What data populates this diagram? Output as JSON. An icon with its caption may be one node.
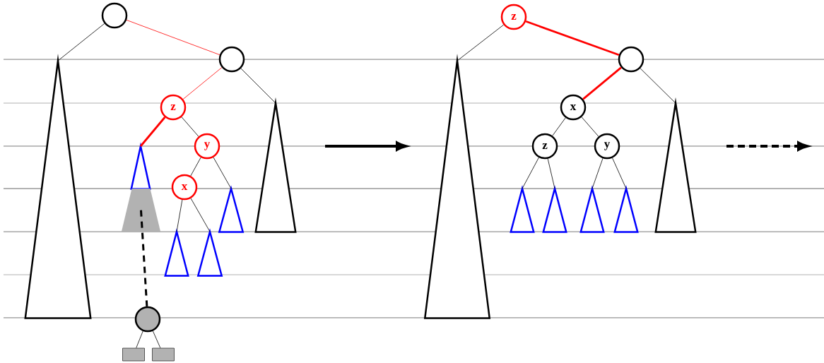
{
  "diagram": {
    "nodes": [
      {
        "text": [],
        "shape": "circle"
      },
      {
        "text": [],
        "shape": "circle"
      },
      {
        "text": [
          "z"
        ]
      },
      {
        "text": [
          "y"
        ]
      },
      {
        "text": [
          "x"
        ]
      },
      {
        "text": [],
        "shape": "triangle"
      },
      {
        "text": [],
        "shape": "triangle"
      },
      {
        "text": [],
        "shape": "triangle"
      },
      {
        "text": [],
        "shape": "trapezoid"
      },
      {
        "text": [],
        "shape": "triangle"
      },
      {
        "text": [],
        "shape": "triangle"
      },
      {
        "text": [],
        "shape": "triangle"
      },
      {
        "text": [],
        "shape": "circle"
      },
      {
        "text": [],
        "shape": "box"
      },
      {
        "text": [],
        "shape": "box"
      },
      {
        "text": [
          "z"
        ]
      },
      {
        "text": [],
        "shape": "circle"
      },
      {
        "text": [
          "x"
        ]
      },
      {
        "text": [
          "z"
        ]
      },
      {
        "text": [
          "y"
        ]
      },
      {
        "text": [],
        "shape": "triangle"
      },
      {
        "text": [],
        "shape": "triangle"
      },
      {
        "text": [],
        "shape": "triangle"
      },
      {
        "text": [],
        "shape": "triangle"
      },
      {
        "text": [],
        "shape": "triangle"
      },
      {
        "text": [],
        "shape": "triangle"
      }
    ],
    "edges": [
      {
        "from": 0,
        "to": 5,
        "arrow": "none"
      },
      {
        "from": 0,
        "to": 1,
        "arrow": "none",
        "color": "#ff0000"
      },
      {
        "from": 1,
        "to": 2,
        "arrow": "none",
        "color": "#ff0000"
      },
      {
        "from": 1,
        "to": 6,
        "arrow": "none"
      },
      {
        "from": 2,
        "to": 7,
        "arrow": "none",
        "style": "thick",
        "color": "#ff0000"
      },
      {
        "from": 2,
        "to": 3,
        "arrow": "none"
      },
      {
        "from": 3,
        "to": 4,
        "arrow": "none"
      },
      {
        "from": 3,
        "to": 9,
        "arrow": "none"
      },
      {
        "from": 4,
        "to": 10,
        "arrow": "none"
      },
      {
        "from": 4,
        "to": 11,
        "arrow": "none"
      },
      {
        "from": 8,
        "to": 12,
        "arrow": "none",
        "style": "dashed"
      },
      {
        "from": 12,
        "to": 13,
        "arrow": "none"
      },
      {
        "from": 12,
        "to": 14,
        "arrow": "none"
      },
      {
        "from": 15,
        "to": 20,
        "arrow": "none"
      },
      {
        "from": 15,
        "to": 16,
        "arrow": "none",
        "style": "thick",
        "color": "#ff0000"
      },
      {
        "from": 16,
        "to": 17,
        "arrow": "none",
        "style": "thick",
        "color": "#ff0000"
      },
      {
        "from": 16,
        "to": 21,
        "arrow": "none"
      },
      {
        "from": 17,
        "to": 18,
        "arrow": "none"
      },
      {
        "from": 17,
        "to": 19,
        "arrow": "none"
      },
      {
        "from": 18,
        "to": 22,
        "arrow": "none"
      },
      {
        "from": 18,
        "to": 23,
        "arrow": "none"
      },
      {
        "from": 19,
        "to": 24,
        "arrow": "none"
      },
      {
        "from": 19,
        "to": 25,
        "arrow": "none"
      }
    ]
  }
}
